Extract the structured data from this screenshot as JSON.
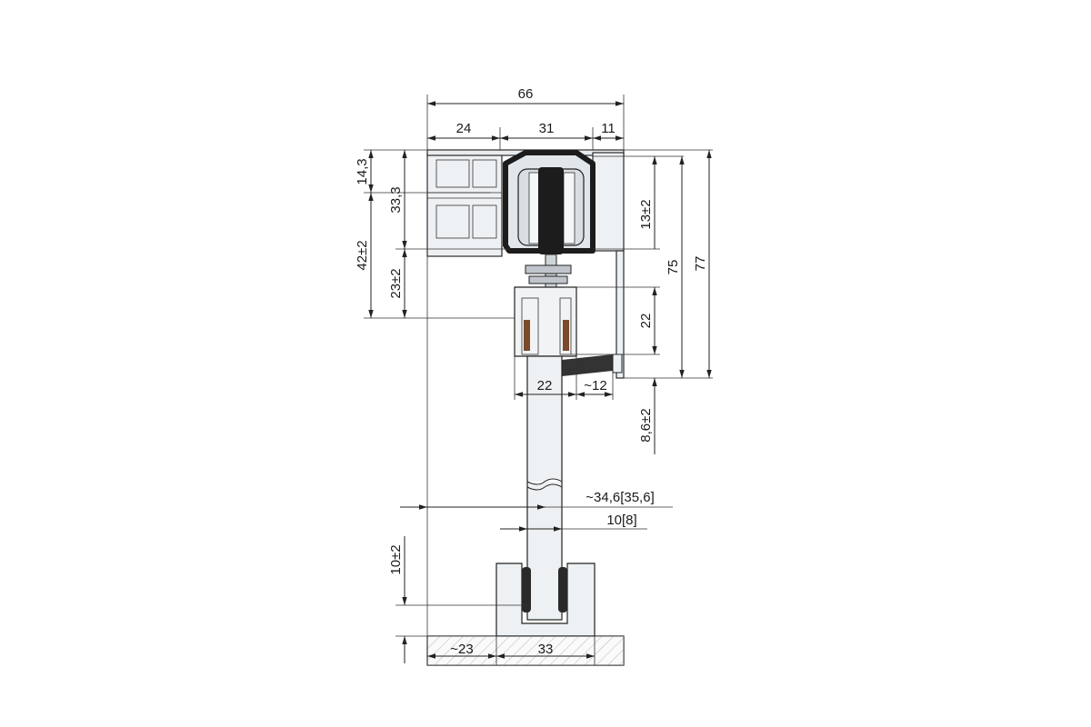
{
  "dimensions": {
    "top_total": "66",
    "top_left": "24",
    "top_mid": "31",
    "top_right": "11",
    "left_14_3": "14,3",
    "left_33_3": "33,3",
    "left_42": "42±2",
    "left_23": "23±2",
    "right_13": "13±2",
    "right_75": "75",
    "right_77": "77",
    "right_22": "22",
    "right_8_6": "8,6±2",
    "bottom_22": "22",
    "bottom_12": "~12",
    "glass_34_6": "~34,6[35,6]",
    "glass_10": "10[8]",
    "floor_10": "10±2",
    "floor_23": "~23",
    "floor_33": "33"
  },
  "colors": {
    "line": "#222222",
    "rail_fill": "#e8ecef",
    "roller_dark": "#1c1c1c",
    "glass_fill": "#eef1f3",
    "brown_seal": "#7a4a2a",
    "hatch": "#9a9a9a"
  }
}
